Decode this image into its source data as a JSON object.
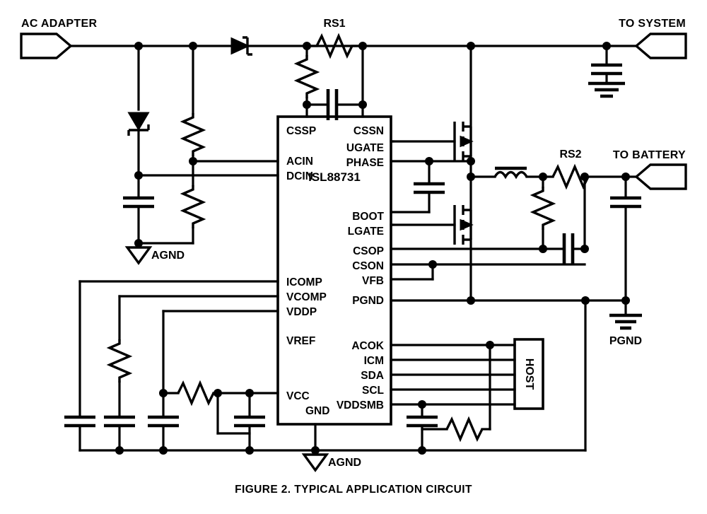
{
  "figure": {
    "caption": "FIGURE 2.  TYPICAL APPLICATION CIRCUIT",
    "ic_name": "ISL88731"
  },
  "ports": {
    "ac_adapter": "AC ADAPTER",
    "to_system": "TO SYSTEM",
    "to_battery": "TO BATTERY"
  },
  "grounds": {
    "agnd_left": "AGND",
    "agnd_bottom": "AGND",
    "pgnd": "PGND"
  },
  "reference_designators": {
    "rs1": "RS1",
    "rs2": "RS2"
  },
  "blocks": {
    "host": "HOST"
  },
  "ic_pins": {
    "left": [
      {
        "name": "CSSP",
        "connected": true
      },
      {
        "name": "ACIN",
        "connected": true
      },
      {
        "name": "DCIN",
        "connected": true
      },
      {
        "name": "ICOMP",
        "connected": true
      },
      {
        "name": "VCOMP",
        "connected": true
      },
      {
        "name": "VDDP",
        "connected": true
      },
      {
        "name": "VREF",
        "connected": false
      },
      {
        "name": "VCC",
        "connected": true
      },
      {
        "name": "GND",
        "connected": true
      }
    ],
    "right": [
      {
        "name": "CSSN",
        "connected": true
      },
      {
        "name": "UGATE",
        "connected": true
      },
      {
        "name": "PHASE",
        "connected": true
      },
      {
        "name": "BOOT",
        "connected": true
      },
      {
        "name": "LGATE",
        "connected": true
      },
      {
        "name": "CSOP",
        "connected": true
      },
      {
        "name": "CSON",
        "connected": true
      },
      {
        "name": "VFB",
        "connected": true
      },
      {
        "name": "PGND",
        "connected": true
      },
      {
        "name": "ACOK",
        "connected": true
      },
      {
        "name": "ICM",
        "connected": true
      },
      {
        "name": "SDA",
        "connected": true
      },
      {
        "name": "SCL",
        "connected": true
      },
      {
        "name": "VDDSMB",
        "connected": true
      }
    ]
  },
  "colors": {
    "line": "#000000",
    "background": "#ffffff"
  }
}
